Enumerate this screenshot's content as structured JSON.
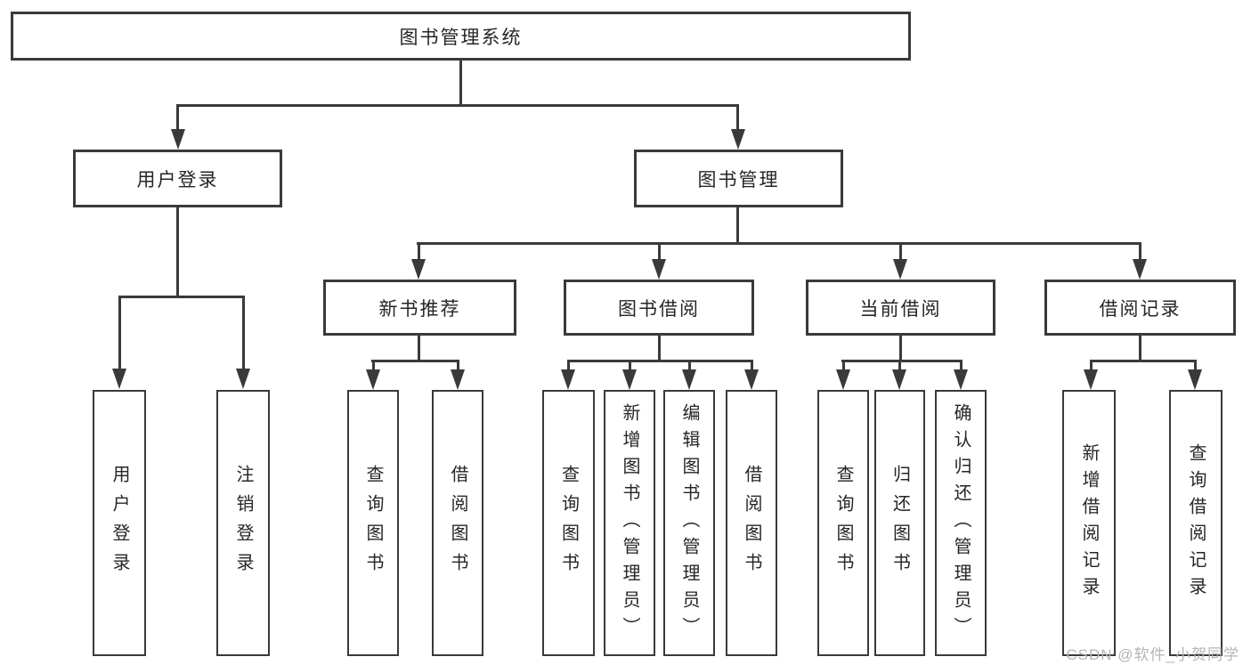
{
  "watermark": "CSDN @软件_小贺同学",
  "colors": {
    "line": "#3a3a3a",
    "text": "#262626",
    "box_bg": "#ffffff",
    "watermark": "#b4b4b4"
  },
  "nodes": {
    "root": {
      "label": "图书管理系统"
    },
    "level2": [
      {
        "label": "用户登录"
      },
      {
        "label": "图书管理"
      }
    ],
    "level3": [
      {
        "label": "新书推荐"
      },
      {
        "label": "图书借阅"
      },
      {
        "label": "当前借阅"
      },
      {
        "label": "借阅记录"
      }
    ],
    "level4": {
      "user_login_children": [
        {
          "label": "用户登录"
        },
        {
          "label": "注销登录"
        }
      ],
      "new_books_children": [
        {
          "label": "查询图书"
        },
        {
          "label": "借阅图书"
        }
      ],
      "book_borrow_children": [
        {
          "label": "查询图书"
        },
        {
          "label": "新增图书（管理员）"
        },
        {
          "label": "编辑图书（管理员）"
        },
        {
          "label": "借阅图书"
        }
      ],
      "current_borrow_children": [
        {
          "label": "查询图书"
        },
        {
          "label": "归还图书"
        },
        {
          "label": "确认归还（管理员）"
        }
      ],
      "borrow_records_children": [
        {
          "label": "新增借阅记录"
        },
        {
          "label": "查询借阅记录"
        }
      ]
    }
  }
}
